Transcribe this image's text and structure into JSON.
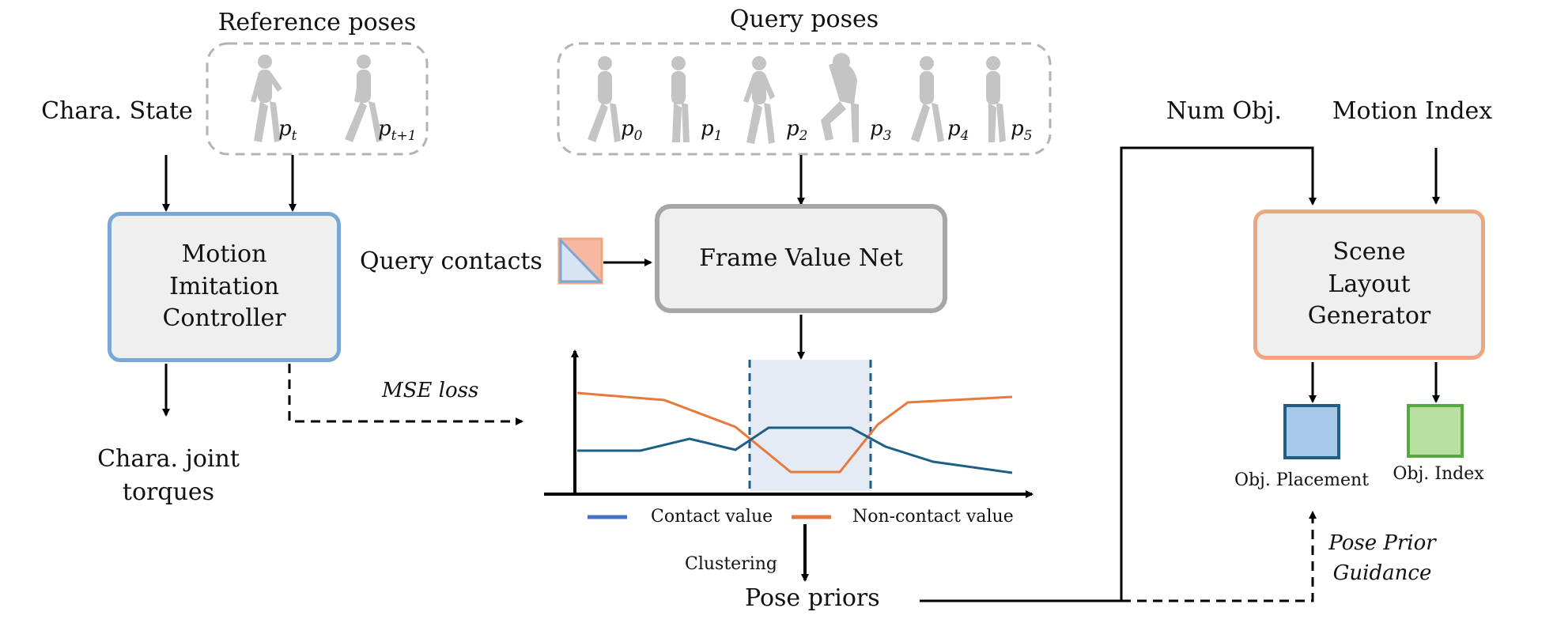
{
  "diagram": {
    "reference": {
      "title": "Reference poses",
      "labels": [
        {
          "main": "p",
          "sub": "t"
        },
        {
          "main": "p",
          "sub": "t+1"
        }
      ]
    },
    "query": {
      "title": "Query poses",
      "labels": [
        {
          "main": "p",
          "sub": "0"
        },
        {
          "main": "p",
          "sub": "1"
        },
        {
          "main": "p",
          "sub": "2"
        },
        {
          "main": "p",
          "sub": "3"
        },
        {
          "main": "p",
          "sub": "4"
        },
        {
          "main": "p",
          "sub": "5"
        }
      ]
    },
    "chara_state": "Chara. State",
    "controller": {
      "line1": "Motion",
      "line2": "Imitation",
      "line3": "Controller"
    },
    "joint_torques": {
      "line1": "Chara. joint",
      "line2": "torques"
    },
    "query_contacts": "Query contacts",
    "frame_value_net": "Frame Value Net",
    "mse_loss": "MSE loss",
    "legend": {
      "contact": "Contact value",
      "noncontact": "Non-contact value"
    },
    "clustering": "Clustering",
    "pose_priors": "Pose priors",
    "num_obj": "Num Obj.",
    "motion_index": "Motion Index",
    "scene_generator": {
      "line1": "Scene",
      "line2": "Layout",
      "line3": "Generator"
    },
    "obj_placement": "Obj. Placement",
    "obj_index": "Obj. Index",
    "guidance": {
      "line1": "Pose Prior",
      "line2": "Guidance"
    },
    "colors": {
      "controller_border": "#7ba7d3",
      "net_border": "#a6a6a6",
      "generator_border": "#eea67f",
      "contact_line": "#1f5f86",
      "noncontact_line": "#e67a3c",
      "legend_contact": "#4472c4",
      "highlight": "#e4ebf5",
      "obj_placement_fill": "#a8c8ea",
      "obj_placement_border": "#1f5f86",
      "obj_index_fill": "#b8e0a0",
      "obj_index_border": "#58a842",
      "contact_icon_fill_a": "#f6b8a0",
      "contact_icon_fill_b": "#d6e4f4"
    }
  }
}
